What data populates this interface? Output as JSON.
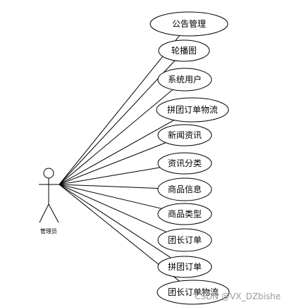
{
  "actor": {
    "label": "管理员"
  },
  "use_cases": [
    {
      "label": "公告管理"
    },
    {
      "label": "轮播图"
    },
    {
      "label": "系统用户"
    },
    {
      "label": "拼团订单物流"
    },
    {
      "label": "新闻资讯"
    },
    {
      "label": "资讯分类"
    },
    {
      "label": "商品信息"
    },
    {
      "label": "商品类型"
    },
    {
      "label": "团长订单"
    },
    {
      "label": "拼团订单"
    },
    {
      "label": "团长订单物流"
    }
  ],
  "watermark": {
    "text": "CSDN @VX_DZbishe"
  },
  "colors": {
    "stroke": "#000000",
    "fill": "#ffffff",
    "watermark": "#9a9a9a"
  }
}
